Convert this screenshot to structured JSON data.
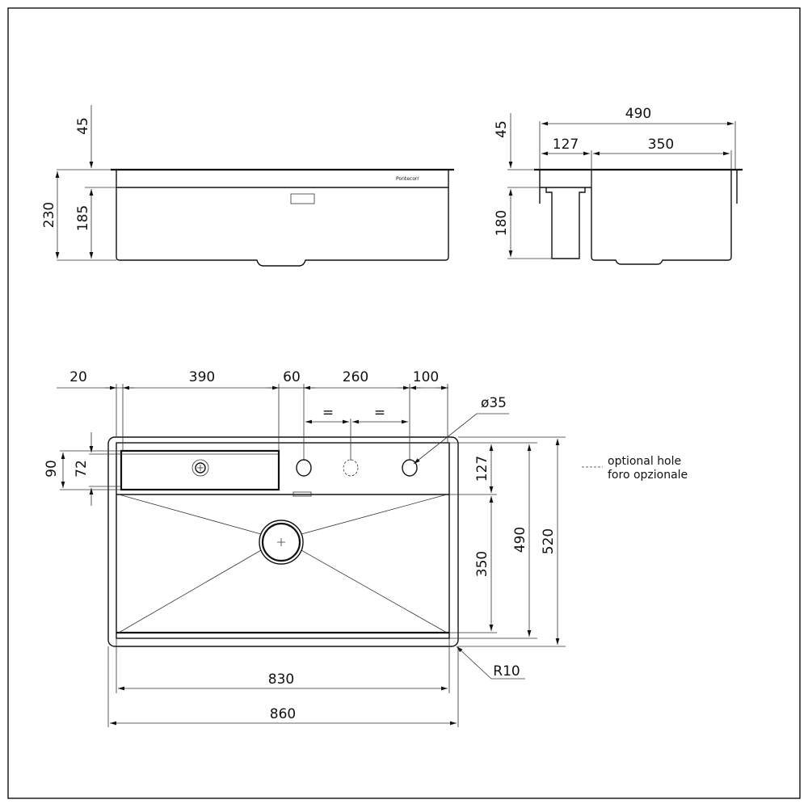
{
  "front_view": {
    "dim_overall": "230",
    "dim_top": "45",
    "dim_bowl": "185",
    "brand": "Pontecorr"
  },
  "side_view": {
    "dim_width": "490",
    "dim_left": "127",
    "dim_right": "350",
    "dim_top": "45",
    "dim_depth": "180"
  },
  "top_view": {
    "dims_top": [
      "20",
      "390",
      "60",
      "260",
      "100"
    ],
    "equal_marks": [
      "=",
      "="
    ],
    "hole_diameter": "ø35",
    "dims_left": [
      "90",
      "72"
    ],
    "dims_right": [
      "127",
      "350",
      "490",
      "520"
    ],
    "dim_830": "830",
    "dim_860": "860",
    "radius": "R10"
  },
  "legend": {
    "line1": "optional hole",
    "line2": "foro opzionale"
  }
}
